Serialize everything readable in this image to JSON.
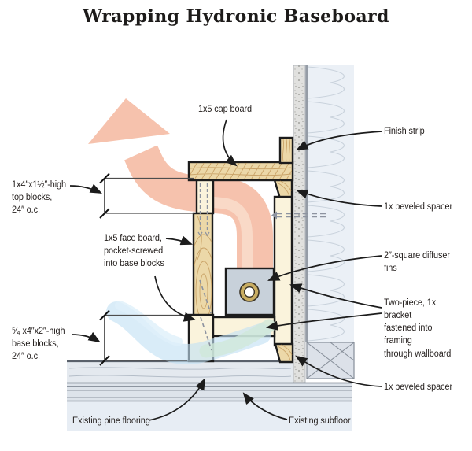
{
  "title": "Wrapping Hydronic Baseboard",
  "labels": {
    "cap_board": "1x5 cap board",
    "finish_strip": "Finish strip",
    "beveled_spacer_top": "1x beveled spacer",
    "diffuser_fins": "2″-square diffuser fins",
    "bracket": "Two-piece, 1x bracket\nfastened into framing\nthrough wallboard",
    "top_blocks": "1x4″x1½″-high\ntop blocks,\n24″ o.c.",
    "face_board": "1x5 face board,\npocket-screwed\ninto base blocks",
    "base_blocks": "⁵⁄₄ x4″x2″-high\nbase blocks,\n24″ o.c.",
    "beveled_spacer_bottom": "1x beveled spacer",
    "pine_flooring": "Existing pine flooring",
    "subfloor": "Existing subfloor"
  },
  "colors": {
    "wood": "#ecd8a8",
    "wood-grain": "#c49a5d",
    "cream": "#faf3dc",
    "salmon": "#f6c2ad",
    "salmon-light": "#fadbca",
    "cool": "#c2e1f3",
    "cool-light": "#dff0fa",
    "teal": "#cfe8d9",
    "diffuser": "#c8d1da",
    "brass": "#c8ad62",
    "wallboard": "#e1e1df",
    "speckle": "#a3a39f",
    "insulation": "#ebf0f6",
    "ins-line": "#c9d2dc",
    "line-gray": "#959ca6",
    "floor-pine": "#e4e9ef",
    "floor-sub": "#dde3ea",
    "floor-pale": "#e7edf4",
    "floor-line": "#8b939e",
    "ink": "#1c1c1c"
  }
}
